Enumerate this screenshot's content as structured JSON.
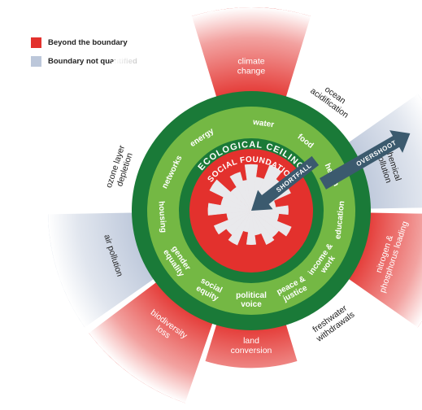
{
  "colors": {
    "beyond": "#e3312d",
    "not_quantified": "#bcc7da",
    "dark_green": "#1a7a38",
    "light_green": "#74b844",
    "shortfall_grey": "#e9e9ec",
    "arrow": "#3b5a6e"
  },
  "legend": [
    {
      "label": "Beyond the boundary",
      "color": "#e3312d"
    },
    {
      "label": "Boundary not quantified",
      "color": "#bcc7da"
    }
  ],
  "ring_titles": {
    "ceiling": "ECOLOGICAL CEILING",
    "foundation": "SOCIAL FOUNDATION"
  },
  "arrows": {
    "overshoot": "OVERSHOOT",
    "shortfall": "SHORTFALL"
  },
  "ecological": [
    {
      "id": "climate-change",
      "lines": [
        "climate",
        "change"
      ],
      "angle": 0,
      "overshoot": 1.0,
      "status": "beyond"
    },
    {
      "id": "ocean-acidification",
      "lines": [
        "ocean",
        "acidification"
      ],
      "angle": 36,
      "overshoot": 0.0,
      "status": "none"
    },
    {
      "id": "chemical-pollution",
      "lines": [
        "chemical",
        "pollution"
      ],
      "angle": 72,
      "overshoot": 1.0,
      "status": "not_quantified"
    },
    {
      "id": "nitrogen-phosphorus-loading",
      "lines": [
        "nitrogen &",
        "phosphorus loading"
      ],
      "angle": 108,
      "overshoot": 1.0,
      "status": "beyond"
    },
    {
      "id": "freshwater-withdrawals",
      "lines": [
        "freshwater",
        "withdrawals"
      ],
      "angle": 144,
      "overshoot": 0.0,
      "status": "none"
    },
    {
      "id": "land-conversion",
      "lines": [
        "land",
        "conversion"
      ],
      "angle": 180,
      "overshoot": 0.45,
      "status": "beyond"
    },
    {
      "id": "biodiversity-loss",
      "lines": [
        "biodiversity",
        "loss"
      ],
      "angle": 216,
      "overshoot": 1.0,
      "status": "beyond"
    },
    {
      "id": "air-pollution",
      "lines": [
        "air pollution"
      ],
      "angle": 252,
      "overshoot": 1.0,
      "status": "not_quantified"
    },
    {
      "id": "ozone-layer-depletion",
      "lines": [
        "ozone layer",
        "depletion"
      ],
      "angle": 288,
      "overshoot": 0.0,
      "status": "none"
    }
  ],
  "social": [
    {
      "id": "water",
      "label": "water",
      "angle": 8
    },
    {
      "id": "food",
      "label": "food",
      "angle": 38
    },
    {
      "id": "health",
      "label": "health",
      "angle": 66
    },
    {
      "id": "education",
      "label": "education",
      "angle": 96
    },
    {
      "id": "income-work",
      "label": "income & work",
      "angle": 125
    },
    {
      "id": "peace-justice",
      "label": "peace & justice",
      "angle": 152
    },
    {
      "id": "political-voice",
      "label": "political voice",
      "angle": 180
    },
    {
      "id": "social-equity",
      "label": "social equity",
      "angle": 208
    },
    {
      "id": "gender-equality",
      "label": "gender equality",
      "angle": 236
    },
    {
      "id": "housing",
      "label": "housing",
      "angle": 266
    },
    {
      "id": "networks",
      "label": "networks",
      "angle": 296
    },
    {
      "id": "energy",
      "label": "energy",
      "angle": 326
    }
  ],
  "shortfall_wedges": [
    {
      "start": -8,
      "end": 8,
      "level": 0.75
    },
    {
      "start": 8,
      "end": 22,
      "level": 0.55
    },
    {
      "start": 22,
      "end": 38,
      "level": 0.8
    },
    {
      "start": 38,
      "end": 52,
      "level": 0.65
    },
    {
      "start": 52,
      "end": 66,
      "level": 0.7
    },
    {
      "start": 66,
      "end": 82,
      "level": 0.4
    },
    {
      "start": 82,
      "end": 96,
      "level": 0.6
    },
    {
      "start": 96,
      "end": 112,
      "level": 0.45
    },
    {
      "start": 112,
      "end": 126,
      "level": 0.7
    },
    {
      "start": 126,
      "end": 142,
      "level": 0.55
    },
    {
      "start": 142,
      "end": 156,
      "level": 0.6
    },
    {
      "start": 156,
      "end": 172,
      "level": 0.4
    },
    {
      "start": 172,
      "end": 188,
      "level": 0.55
    },
    {
      "start": 188,
      "end": 202,
      "level": 0.35
    },
    {
      "start": 202,
      "end": 218,
      "level": 0.6
    },
    {
      "start": 218,
      "end": 234,
      "level": 0.5
    },
    {
      "start": 234,
      "end": 248,
      "level": 0.65
    },
    {
      "start": 248,
      "end": 264,
      "level": 0.4
    },
    {
      "start": 264,
      "end": 280,
      "level": 0.7
    },
    {
      "start": 280,
      "end": 296,
      "level": 0.5
    },
    {
      "start": 296,
      "end": 312,
      "level": 0.75
    },
    {
      "start": 312,
      "end": 328,
      "level": 0.45
    },
    {
      "start": 328,
      "end": 344,
      "level": 0.65
    },
    {
      "start": 344,
      "end": 352,
      "level": 0.5
    }
  ]
}
